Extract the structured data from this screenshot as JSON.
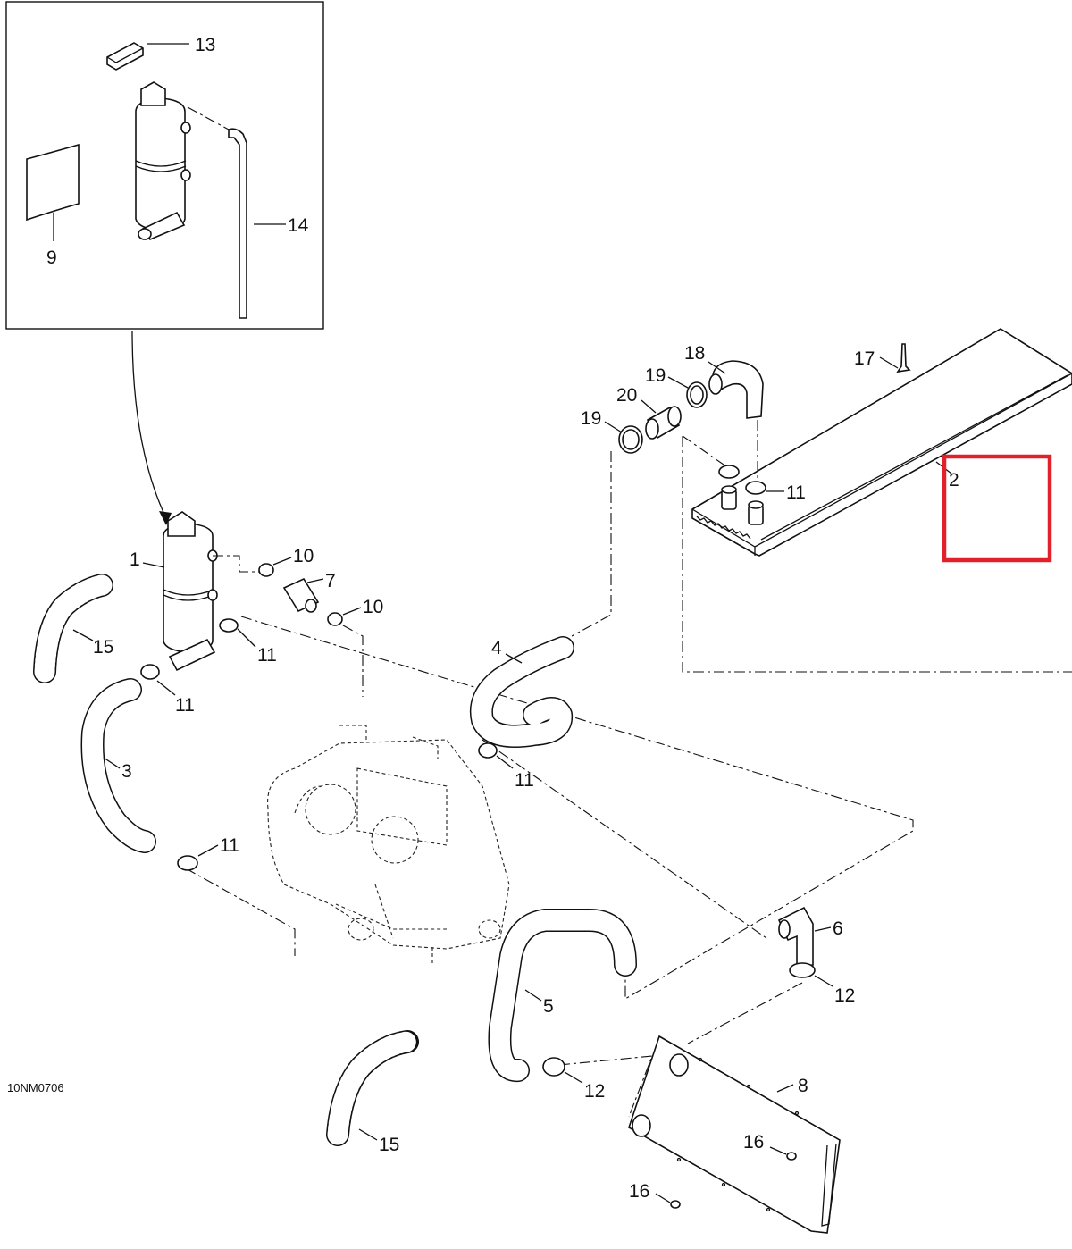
{
  "diagram": {
    "drawing_code": "10NM0706",
    "callouts": [
      "13",
      "14",
      "9",
      "1",
      "2",
      "3",
      "4",
      "5",
      "6",
      "7",
      "8",
      "10",
      "11",
      "12",
      "15",
      "16",
      "17",
      "18",
      "19",
      "20"
    ],
    "highlight_color": "#e0202a",
    "line_color": "#111111"
  }
}
